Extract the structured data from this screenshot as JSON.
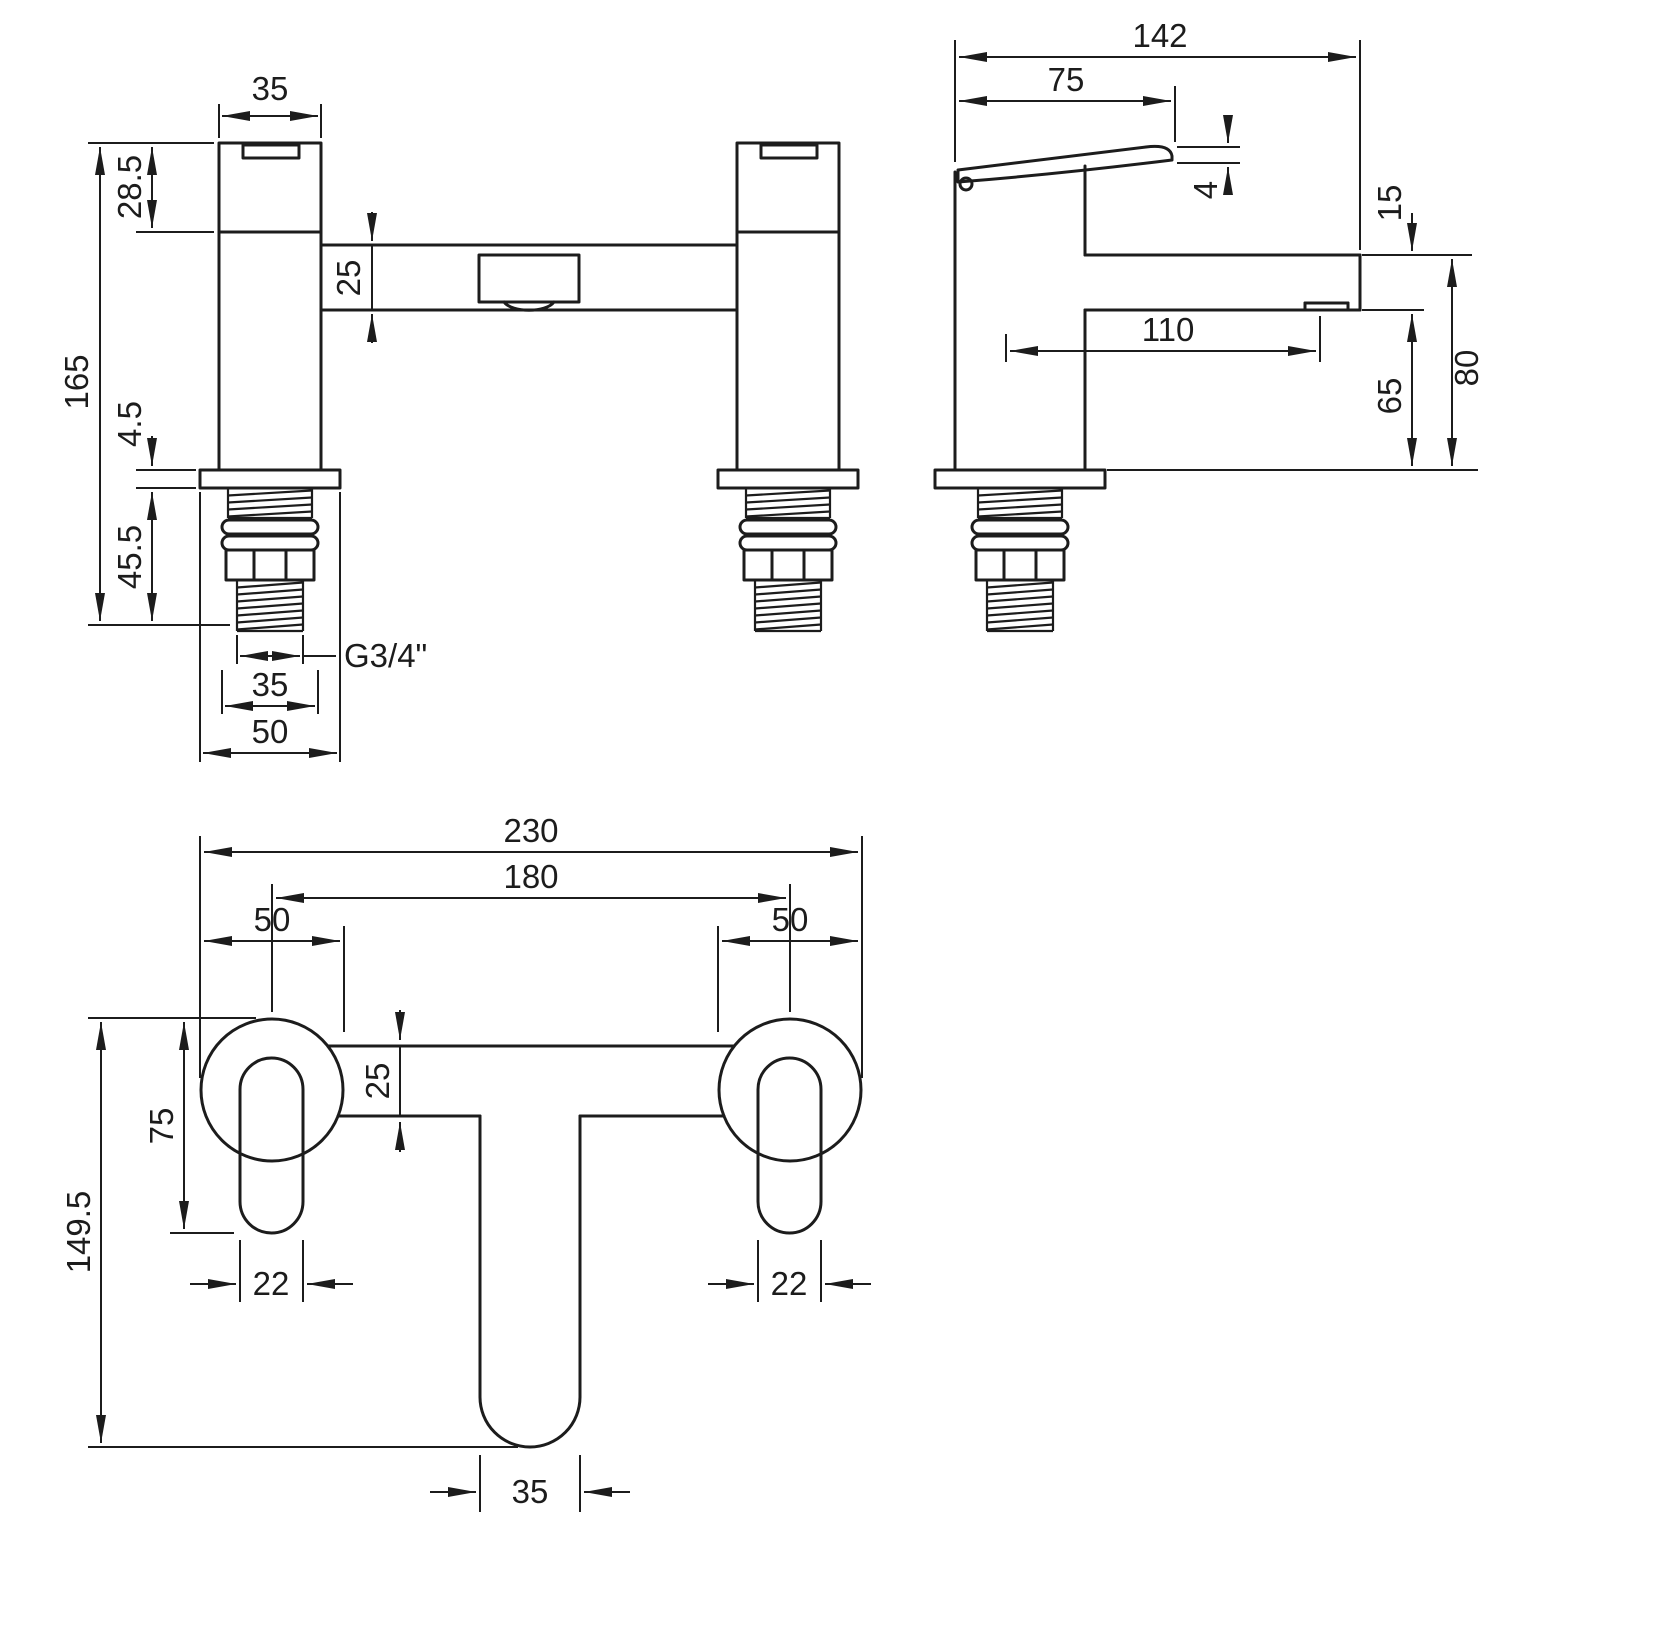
{
  "front_view": {
    "pillar_width": "35",
    "handle_height": "28.5",
    "overall_height": "165",
    "flange_thickness": "4.5",
    "thread_length": "45.5",
    "thread_size": "G3/4\"",
    "tail_width": "35",
    "flange_width": "50",
    "bar_height": "25"
  },
  "side_view": {
    "overall_depth": "142",
    "handle_length": "75",
    "handle_tip_thickness": "4",
    "spout_height": "15",
    "spout_reach": "110",
    "underside_clearance": "65",
    "spout_top_height": "80"
  },
  "plan_view": {
    "overall_width": "230",
    "tap_centres": "180",
    "left_base_diameter": "50",
    "right_base_diameter": "50",
    "bar_depth": "25",
    "handle_projection": "75",
    "overall_depth": "149.5",
    "left_handle_width": "22",
    "right_handle_width": "22",
    "spout_width": "35"
  }
}
